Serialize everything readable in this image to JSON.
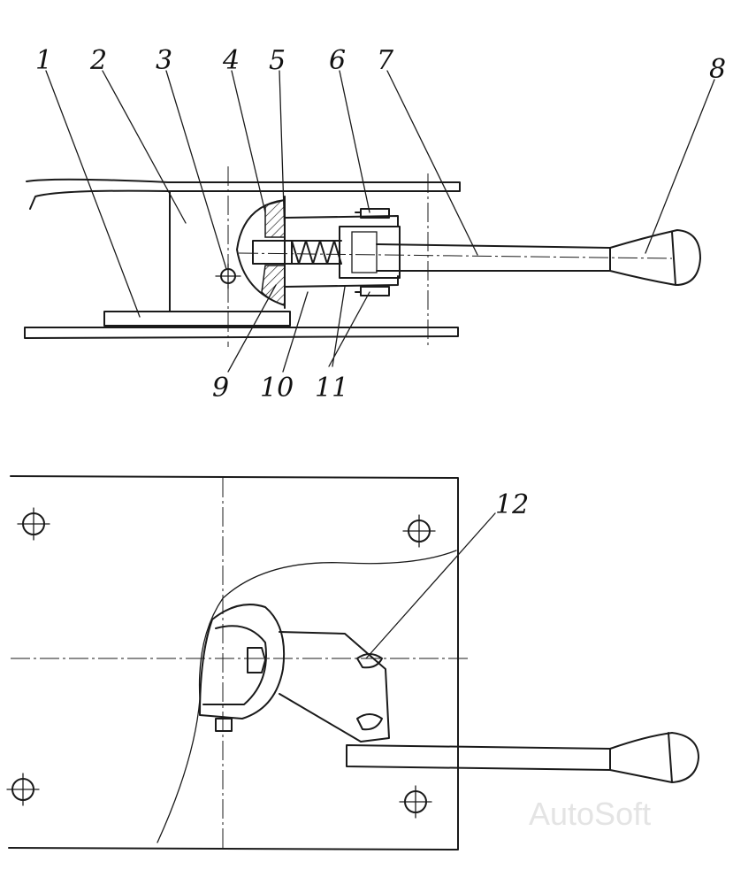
{
  "callouts": {
    "c1": "1",
    "c2": "2",
    "c3": "3",
    "c4": "4",
    "c5": "5",
    "c6": "6",
    "c7": "7",
    "c8": "8",
    "c9": "9",
    "c10": "10",
    "c11": "11",
    "c12": "12"
  },
  "watermark": "AutoSoft"
}
